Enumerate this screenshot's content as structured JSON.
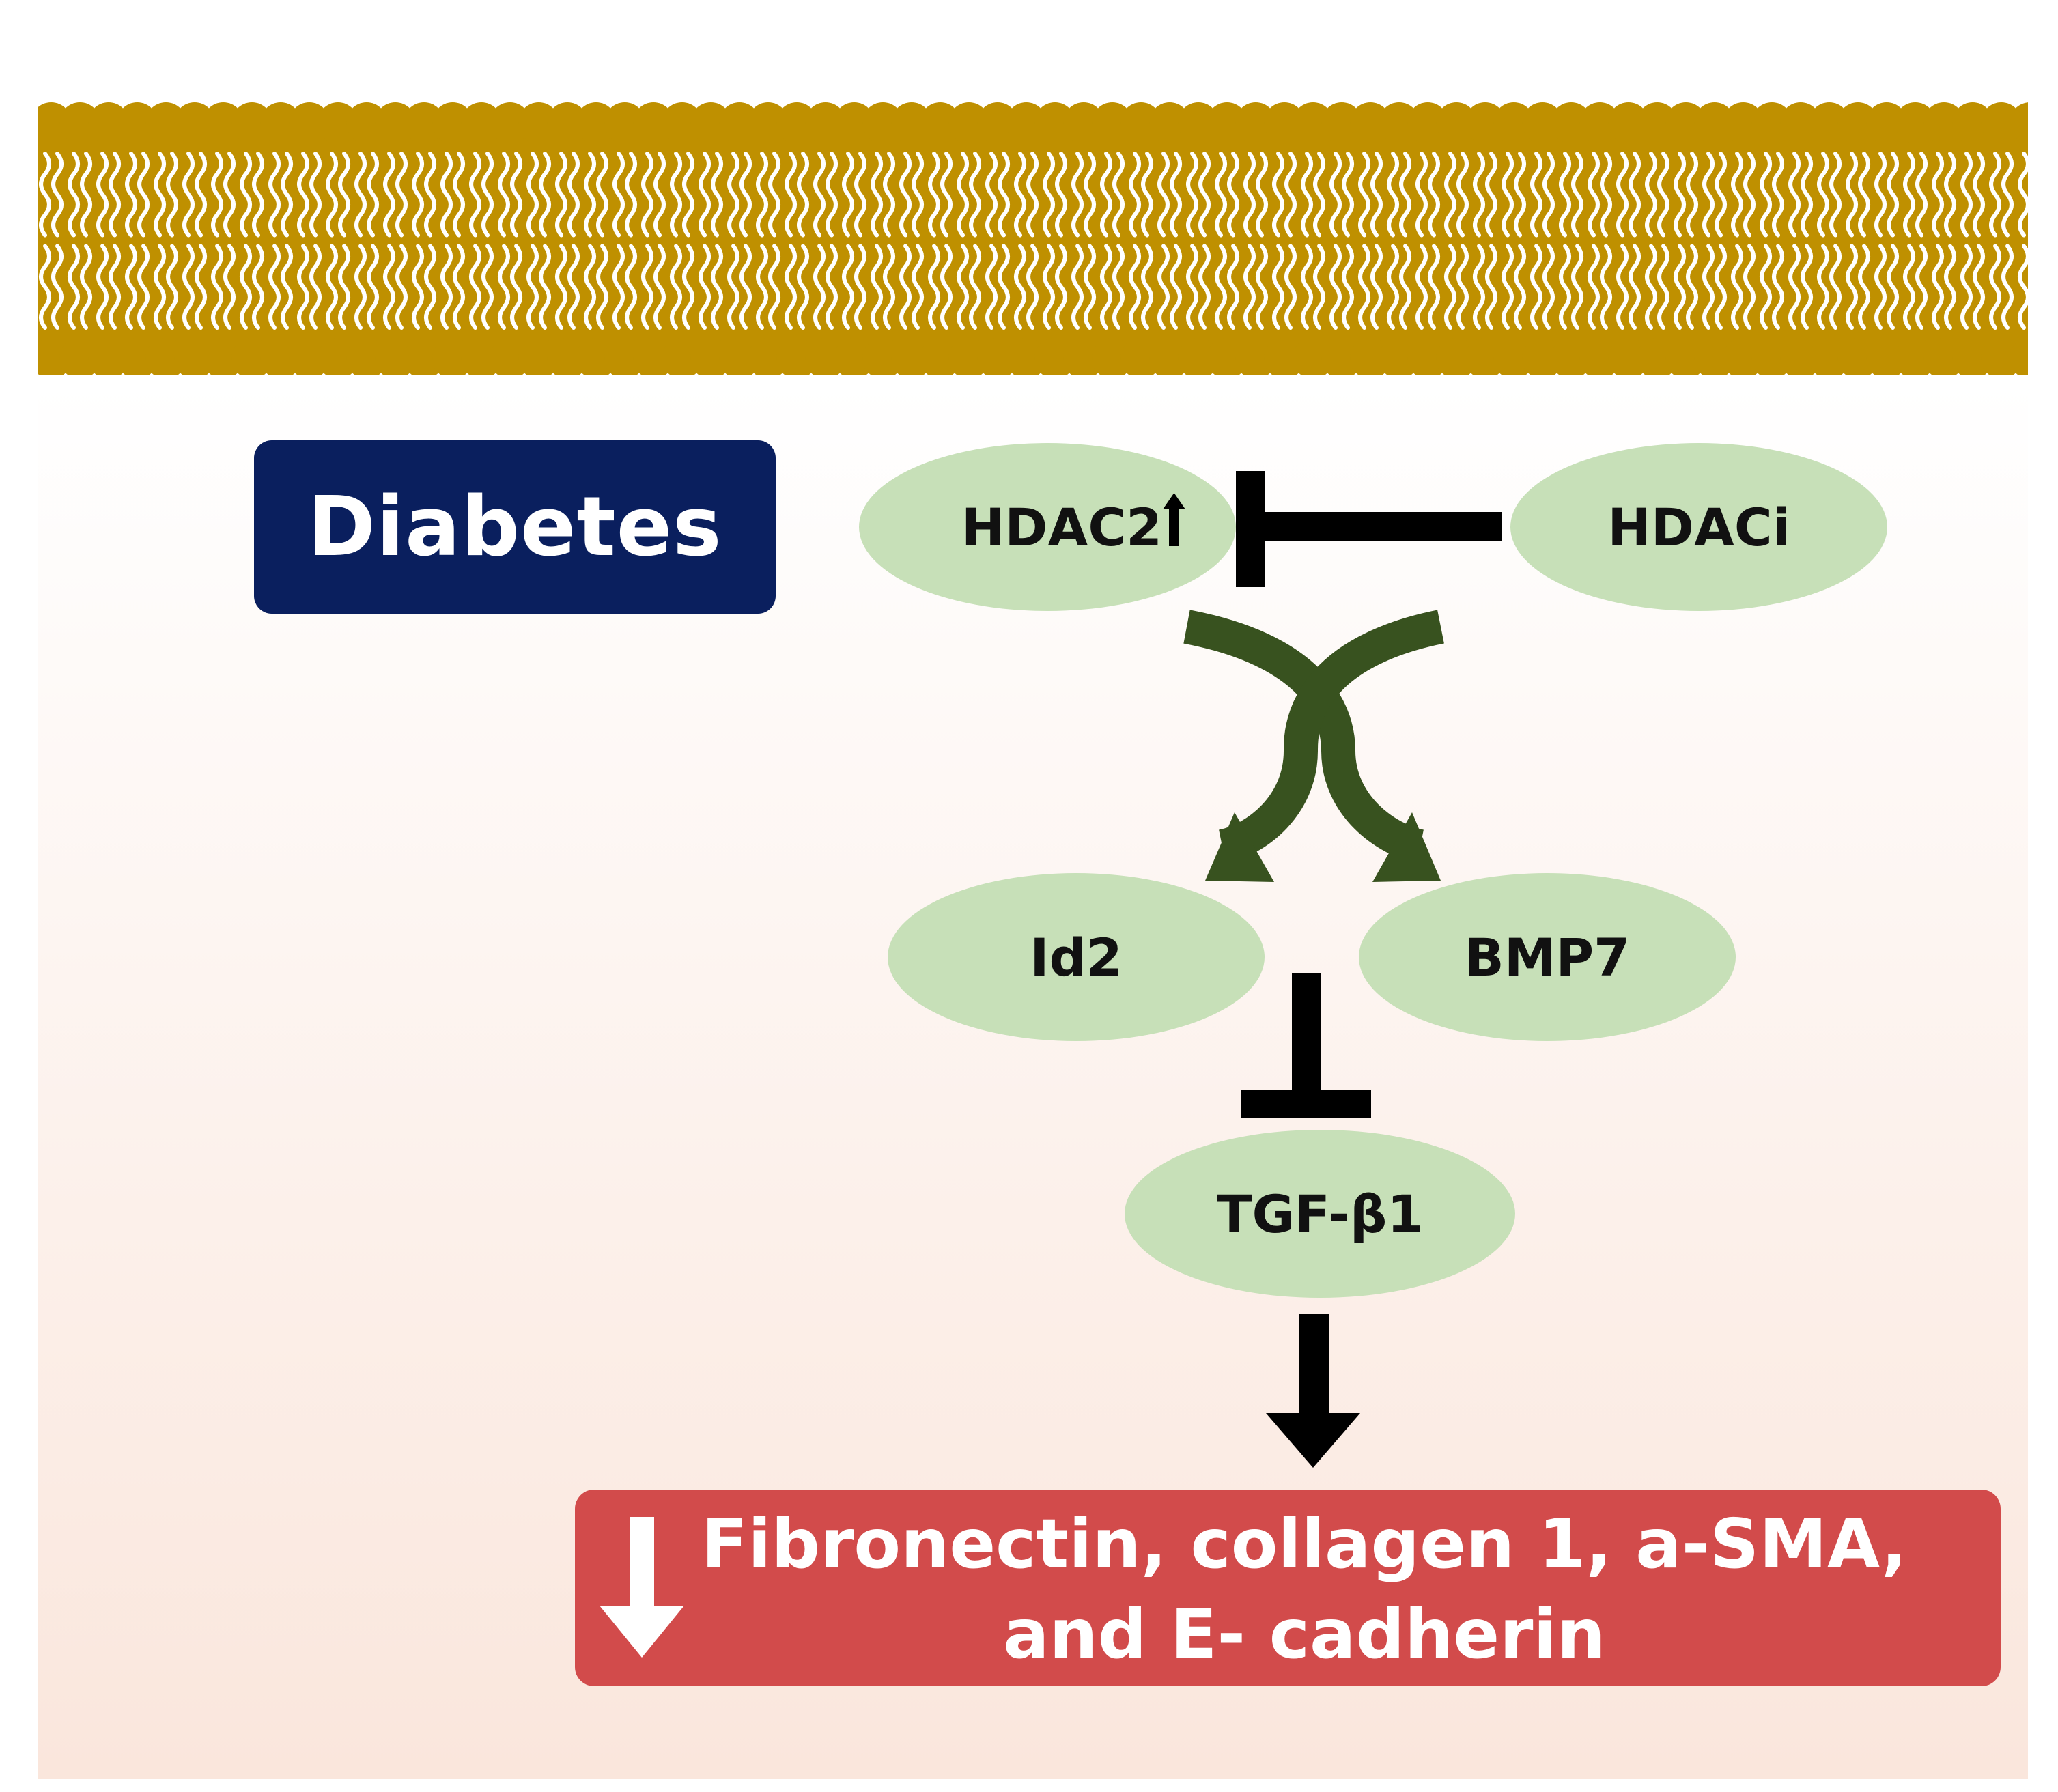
{
  "colors": {
    "membrane": "#BF9000",
    "background_top": "#FFFFFF",
    "background_bottom": "#FAE6DC",
    "diabetes_box": "#0A1F5E",
    "node_fill": "#C7E0B8",
    "green_arrow": "#38521F",
    "inhibition": "#000000",
    "outcome_box": "#D24B4B",
    "outcome_text": "#FFFFFF"
  },
  "diabetes_label": "Diabetes",
  "nodes": {
    "hdac2": "HDAC2",
    "hdac2_indicator": "up-arrow-icon",
    "hdaci": "HDACi",
    "id2": "Id2",
    "bmp7": "BMP7",
    "tgfb1": "TGF-β1"
  },
  "outcome": {
    "line1": "Fibronectin, collagen 1, a-SMA,",
    "line2": "and E- cadherin",
    "indicator": "down-arrow-icon"
  }
}
